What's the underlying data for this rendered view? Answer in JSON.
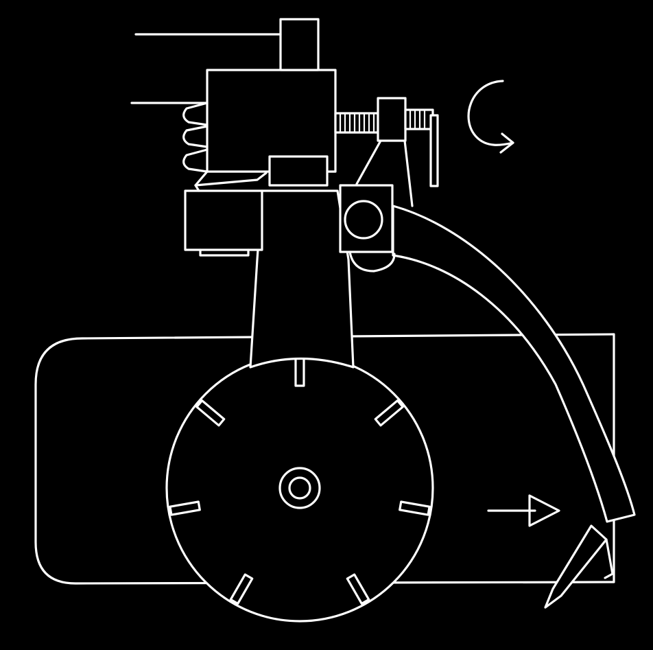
{
  "diagram": {
    "background": "#000000",
    "line_color": "#ffffff",
    "parts": [
      "base-plate",
      "spring-housing-block",
      "adjustment-screw",
      "pivot-arm",
      "curved-tool-arm",
      "blade-tip",
      "indexed-disc",
      "rotation-arrow",
      "feed-direction-arrow"
    ]
  }
}
